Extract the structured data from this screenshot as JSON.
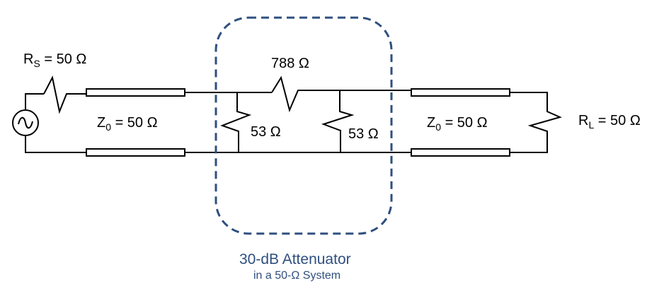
{
  "colors": {
    "wire": "#000000",
    "attenuator_box": "#2f4f7f",
    "attenuator_text": "#2f4f7f"
  },
  "labels": {
    "rs_prefix": "R",
    "rs_sub": "S",
    "rs_value": " = 50 Ω",
    "z0_left_prefix": "Z",
    "z0_left_sub": "0",
    "z0_left_value": " = 50 Ω",
    "r_series": "788 Ω",
    "r_shunt_left": "53 Ω",
    "r_shunt_right": "53 Ω",
    "z0_right_prefix": "Z",
    "z0_right_sub": "0",
    "z0_right_value": " = 50 Ω",
    "rl_prefix": "R",
    "rl_sub": "L",
    "rl_value": " = 50 Ω"
  },
  "attenuator": {
    "title": "30-dB Attenuator",
    "subtitle": "in a 50-Ω System"
  },
  "icons": {
    "source": "ac-source-icon",
    "resistor": "resistor-zigzag-icon",
    "transmission_line": "transmission-line-icon"
  }
}
